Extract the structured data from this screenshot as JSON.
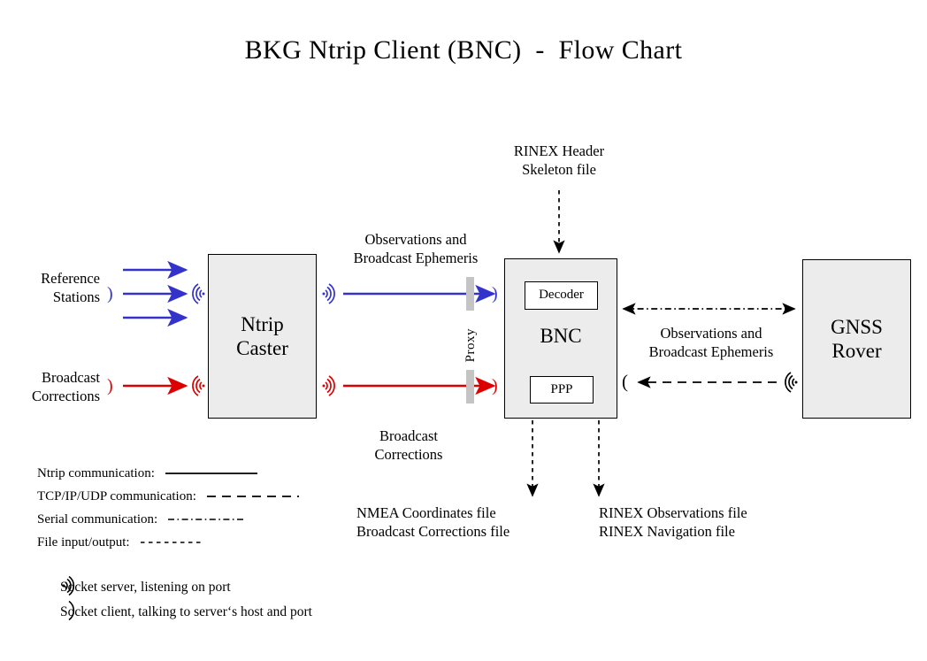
{
  "title": "BKG Ntrip Client (BNC)  -  Flow Chart",
  "nodes": {
    "ntrip_caster": "Ntrip\nCaster",
    "bnc": "BNC",
    "decoder": "Decoder",
    "ppp": "PPP",
    "gnss_rover": "GNSS\nRover"
  },
  "labels": {
    "reference_stations": "Reference\nStations",
    "broadcast_corrections_src": "Broadcast\nCorrections",
    "obs_and_eph_left": "Observations and\nBroadcast Ephemeris",
    "broadcast_corrections_mid": "Broadcast\nCorrections",
    "rinex_header_skeleton": "RINEX Header\nSkeleton file",
    "proxy": "Proxy",
    "obs_and_eph_right": "Observations and\nBroadcast Ephemeris",
    "nmea_files": "NMEA Coordinates file\nBroadcast Corrections file",
    "rinex_files": "RINEX Observations file\nRINEX Navigation file"
  },
  "legend": {
    "lines": [
      {
        "text": "Ntrip communication:",
        "style": "solid"
      },
      {
        "text": "TCP/IP/UDP communication:",
        "style": "dashed"
      },
      {
        "text": "Serial communication:",
        "style": "dashdot"
      },
      {
        "text": "File input/output:",
        "style": "dotted"
      }
    ],
    "sockets": [
      {
        "icon": "socket-server-icon",
        "glyph": ")))",
        "text": "Socket server, listening on port"
      },
      {
        "icon": "socket-client-icon",
        "glyph": ")",
        "text": "Socket client, talking to server‘s host and port"
      }
    ]
  },
  "colors": {
    "ntrip_blue": "#3333cc",
    "correction_red": "#dd0000",
    "box_fill": "#ececec",
    "proxy_gray": "#c4c4c4",
    "outline": "#000000",
    "background": "#ffffff"
  }
}
